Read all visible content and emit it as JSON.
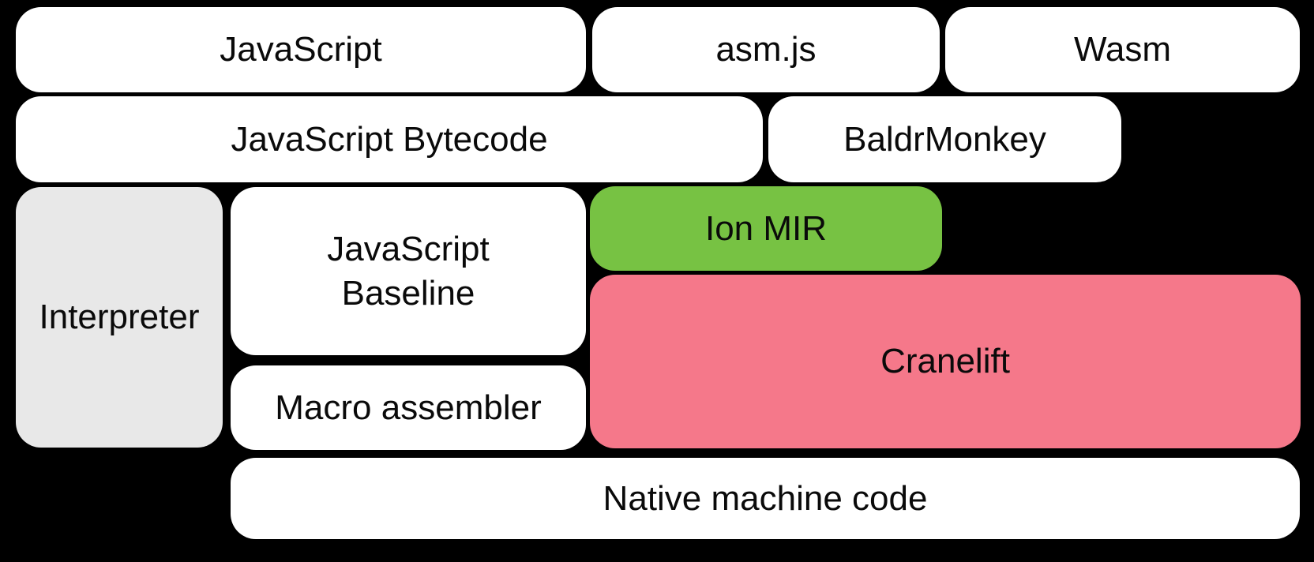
{
  "diagram": {
    "title": "SpiderMonkey compilation pipeline diagram",
    "background_color": "#000000",
    "text_color": "#0a0a0a",
    "accent_colors": {
      "node_default_fill": "#ffffff",
      "interpreter_gray": "#e8e8e8",
      "ion_mir_green": "#77c243",
      "cranelift_pink": "#f5788a"
    },
    "nodes": {
      "javascript": {
        "label": "JavaScript",
        "fill": "#ffffff"
      },
      "asmjs": {
        "label": "asm.js",
        "fill": "#ffffff"
      },
      "wasm": {
        "label": "Wasm",
        "fill": "#ffffff"
      },
      "js_bytecode": {
        "label": "JavaScript Bytecode",
        "fill": "#ffffff"
      },
      "baldrmonkey": {
        "label": "BaldrMonkey",
        "fill": "#ffffff"
      },
      "interpreter": {
        "label": "Interpreter",
        "fill": "#e8e8e8"
      },
      "js_baseline": {
        "label": "JavaScript Baseline",
        "fill": "#ffffff"
      },
      "ion_mir": {
        "label": "Ion MIR",
        "fill": "#77c243"
      },
      "cranelift": {
        "label": "Cranelift",
        "fill": "#f5788a"
      },
      "macro_assembler": {
        "label": "Macro assembler",
        "fill": "#ffffff"
      },
      "native_machine_code": {
        "label": "Native machine code",
        "fill": "#ffffff"
      }
    }
  }
}
